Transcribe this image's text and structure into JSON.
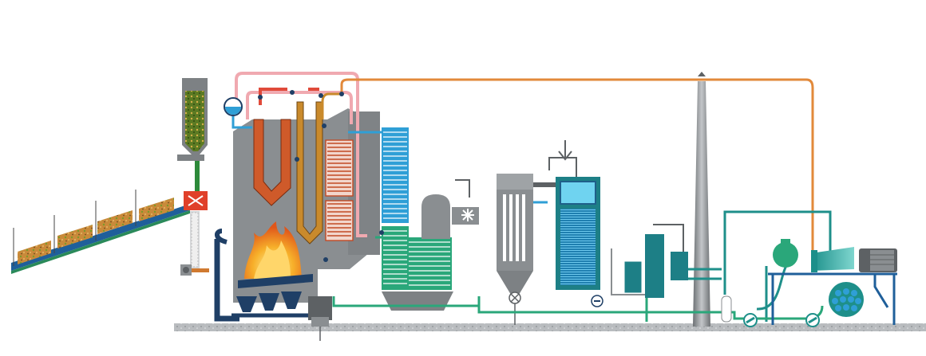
{
  "diagram": {
    "components": [
      "ground",
      "fuel-conveyor",
      "fuel-silo",
      "crusher",
      "boiler",
      "steam-drum",
      "superheater",
      "economizer",
      "air-preheater",
      "bag-filter",
      "flue-gas-condenser",
      "heat-exchanger",
      "chimney",
      "steam-turbine",
      "generator",
      "condenser",
      "feedwater-pump"
    ],
    "pipes": [
      "main-steam-line",
      "superheated-steam-loop",
      "feedwater-line",
      "cooling-water-loop",
      "district-heating-line"
    ]
  },
  "colors": {
    "steel": "#8a8e91",
    "steel_dark": "#5d6164",
    "tube_orange": "#cf5a2a",
    "tube_gold": "#c98a2c",
    "steam_pink": "#f0a9b0",
    "steam_orange": "#e2893a",
    "water_blue": "#2f9fd6",
    "cool_teal": "#1e8f8a",
    "green_pipe": "#2aa77a",
    "hx_teal": "#1d7f86",
    "fire": "#f08a1d",
    "navy": "#1f3f66",
    "fuel": "#c98a3a"
  }
}
